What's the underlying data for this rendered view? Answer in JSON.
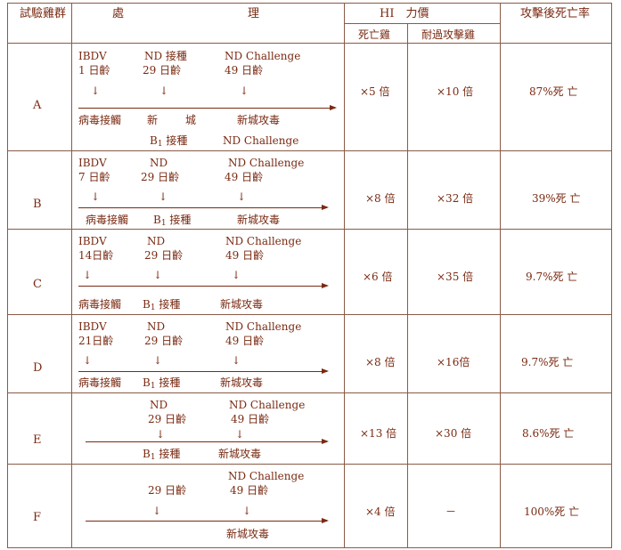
{
  "header": {
    "group": "試驗雞群",
    "treatment_a": "處",
    "treatment_b": "理",
    "hi": "HI　力價",
    "hi_dead": "死亡雞",
    "hi_survive": "耐過攻擊雞",
    "mortality": "攻擊後死亡率"
  },
  "rows": [
    {
      "group": "A",
      "top": [
        "IBDV",
        "ND 接種",
        "ND Challenge"
      ],
      "age": [
        "1 日齡",
        "29 日齡",
        "49 日齡"
      ],
      "bottom": [
        "病毒接觸",
        "新",
        "城",
        "新城攻毒"
      ],
      "extra_b": "B",
      "extra_sub": "1",
      "extra_rest": "接種",
      "extra_ch": "ND Challenge",
      "hi_dead": "×5 倍",
      "hi_survive": "×10 倍",
      "mortality": "87%死 亡"
    },
    {
      "group": "B",
      "top": [
        "IBDV",
        "ND",
        "ND Challenge"
      ],
      "age": [
        "7 日齡",
        "29 日齡",
        "49 日齡"
      ],
      "bottom": [
        "病毒接觸",
        "B",
        "1",
        "接種",
        "新城攻毒"
      ],
      "hi_dead": "×8 倍",
      "hi_survive": "×32 倍",
      "mortality": "39%死 亡"
    },
    {
      "group": "C",
      "top": [
        "IBDV",
        "ND",
        "ND Challenge"
      ],
      "age": [
        "14日齡",
        "29 日齡",
        "49 日齡"
      ],
      "bottom": [
        "病毒接觸",
        "B",
        "1",
        "接種",
        "新城攻毒"
      ],
      "hi_dead": "×6 倍",
      "hi_survive": "×35 倍",
      "mortality": "9.7%死 亡"
    },
    {
      "group": "D",
      "top": [
        "IBDV",
        "ND",
        "ND Challenge"
      ],
      "age": [
        "21日齡",
        "29 日齡",
        "49 日齡"
      ],
      "bottom": [
        "病毒接觸",
        "B",
        "1",
        "接種",
        "新城攻毒"
      ],
      "hi_dead": "×8 倍",
      "hi_survive": "×16倍",
      "mortality": "9.7%死 亡"
    },
    {
      "group": "E",
      "top": [
        "ND",
        "ND Challenge"
      ],
      "age": [
        "29 日齡",
        "49 日齡"
      ],
      "bottom": [
        "B",
        "1",
        "接種",
        "新城攻毒"
      ],
      "hi_dead": "×13 倍",
      "hi_survive": "×30 倍",
      "mortality": "8.6%死 亡"
    },
    {
      "group": "F",
      "top": [
        "ND Challenge"
      ],
      "age": [
        "29 日齡",
        "49 日齡"
      ],
      "bottom": [
        "新城攻毒"
      ],
      "hi_dead": "×4 倍",
      "hi_survive": "－",
      "mortality": "100%死 亡"
    }
  ],
  "colors": {
    "text": "#7a2a12",
    "rule": "#8a5a45"
  }
}
